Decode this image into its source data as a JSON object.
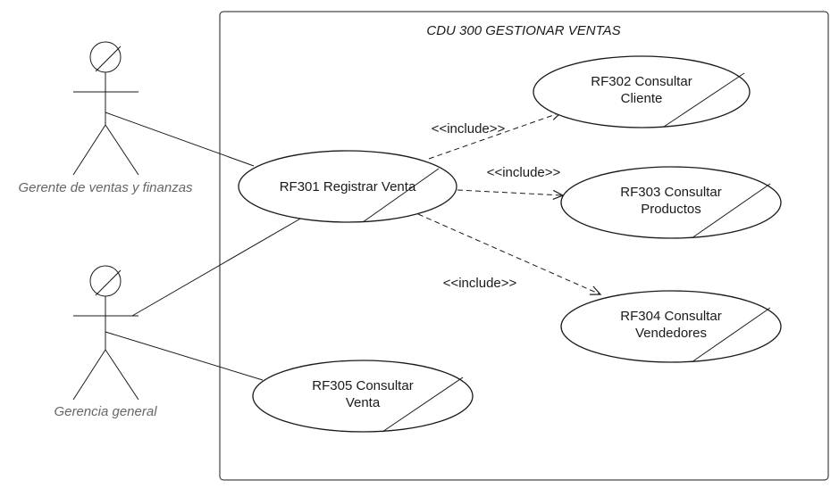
{
  "system": {
    "title": "CDU 300 GESTIONAR VENTAS"
  },
  "actors": [
    {
      "id": "gerente",
      "label": "Gerente de ventas y finanzas"
    },
    {
      "id": "gerencia",
      "label": "Gerencia general"
    }
  ],
  "use_cases": [
    {
      "id": "rf301",
      "lines": [
        "RF301 Registrar Venta"
      ]
    },
    {
      "id": "rf302",
      "lines": [
        "RF302 Consultar",
        "Cliente"
      ]
    },
    {
      "id": "rf303",
      "lines": [
        "RF303 Consultar",
        "Productos"
      ]
    },
    {
      "id": "rf304",
      "lines": [
        "RF304 Consultar",
        "Vendedores"
      ]
    },
    {
      "id": "rf305",
      "lines": [
        "RF305 Consultar",
        "Venta"
      ]
    }
  ],
  "relations": {
    "include_label": "<<include>>",
    "includes": [
      {
        "from": "rf301",
        "to": "rf302"
      },
      {
        "from": "rf301",
        "to": "rf303"
      },
      {
        "from": "rf301",
        "to": "rf304"
      }
    ],
    "associations": [
      {
        "from": "gerente",
        "to": "rf301"
      },
      {
        "from": "gerencia",
        "to": "rf301"
      },
      {
        "from": "gerencia",
        "to": "rf305"
      }
    ]
  },
  "colors": {
    "stroke": "#1a1a1a",
    "actor_label": "#666666",
    "background": "#ffffff"
  }
}
